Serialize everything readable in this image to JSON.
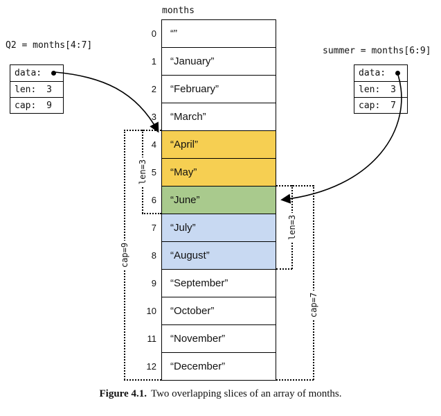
{
  "colors": {
    "q2_only": "#f6cf52",
    "overlap": "#a9ca8d",
    "summer_only": "#c8d9f2",
    "none": "#ffffff"
  },
  "array": {
    "label": "months",
    "cells": [
      {
        "index": "0",
        "value": "“”",
        "fill": "none"
      },
      {
        "index": "1",
        "value": "“January”",
        "fill": "none"
      },
      {
        "index": "2",
        "value": "“February”",
        "fill": "none"
      },
      {
        "index": "3",
        "value": "“March”",
        "fill": "none"
      },
      {
        "index": "4",
        "value": "“April”",
        "fill": "q2_only"
      },
      {
        "index": "5",
        "value": "“May”",
        "fill": "q2_only"
      },
      {
        "index": "6",
        "value": "“June”",
        "fill": "overlap"
      },
      {
        "index": "7",
        "value": "“July”",
        "fill": "summer_only"
      },
      {
        "index": "8",
        "value": "“August”",
        "fill": "summer_only"
      },
      {
        "index": "9",
        "value": "“September”",
        "fill": "none"
      },
      {
        "index": "10",
        "value": "“October”",
        "fill": "none"
      },
      {
        "index": "11",
        "value": "“November”",
        "fill": "none"
      },
      {
        "index": "12",
        "value": "“December”",
        "fill": "none"
      }
    ]
  },
  "q2": {
    "label": "Q2 = months[4:7]",
    "data_label": "data:",
    "len_label": "len:",
    "len_value": "3",
    "cap_label": "cap:",
    "cap_value": "9",
    "len_annotation": "len=3",
    "cap_annotation": "cap=9"
  },
  "summer": {
    "label": "summer = months[6:9]",
    "data_label": "data:",
    "len_label": "len:",
    "len_value": "3",
    "cap_label": "cap:",
    "cap_value": "7",
    "len_annotation": "len=3",
    "cap_annotation": "cap=7"
  },
  "caption": {
    "figure": "Figure 4.1.",
    "text": "Two overlapping slices of an array of months."
  }
}
